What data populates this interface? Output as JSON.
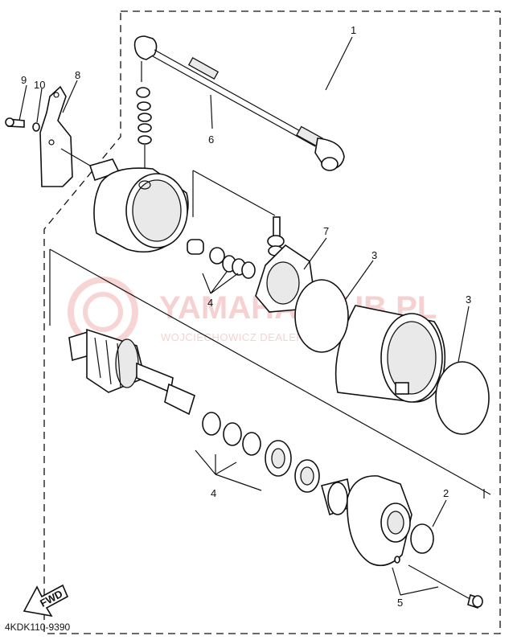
{
  "diagram": {
    "part_numbers": {
      "n1": "1",
      "n2": "2",
      "n3a": "3",
      "n3b": "3",
      "n4a": "4",
      "n4b": "4",
      "n5": "5",
      "n6": "6",
      "n7": "7",
      "n8": "8",
      "n9": "9",
      "n10": "10"
    },
    "fwd_label": "FWD",
    "diagram_code": "4KDK110-9390"
  },
  "watermark": {
    "title": "YAMAHAKLUB.PL",
    "subtitle": "WOJCIECHOWICZ DEALER YAMAHA"
  }
}
